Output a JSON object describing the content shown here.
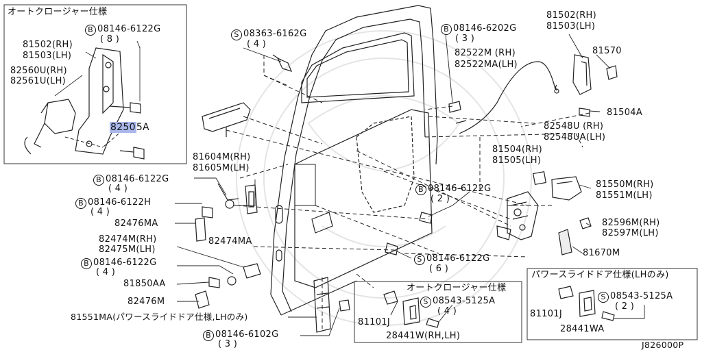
{
  "boxes": {
    "auto_closure_title": "オートクロージャー仕様",
    "auto_closure_2_title": "オートクロージャー仕様",
    "power_slide_title": "パワースライドドア仕様(LHのみ)"
  },
  "bolt_mark": "B",
  "screw_mark": "S",
  "labels": {
    "ac_bolt_code": "08146-6122G",
    "ac_bolt_qty": "( 8 )",
    "ac_81502": "81502(RH)",
    "ac_81503": "81503(LH)",
    "ac_82560u": "82560U(RH)",
    "ac_82561u": "82561U(LH)",
    "ac_82505_hl": "8250",
    "ac_82505_rest": "5A",
    "s_08363": "08363-6162G",
    "s_08363_qty": "( 4 )",
    "b_08146_6202g": "08146-6202G",
    "b_08146_6202g_qty": "( 3 )",
    "p_82522m": "82522M  (RH)",
    "p_82522ma": "82522MA(LH)",
    "p_81502": "81502(RH)",
    "p_81503": "81503(LH)",
    "p_81570": "81570",
    "p_81504a": "81504A",
    "p_82548u": "82548U  (RH)",
    "p_82548ua": "82548UA(LH)",
    "p_81604m": "81604M(RH)",
    "p_81605m": "81605M(LH)",
    "p_81504": "81504(RH)",
    "p_81505": "81505(LH)",
    "b_6122g_a": "08146-6122G",
    "b_6122g_a_qty": "( 4 )",
    "b_6122h": "08146-6122H",
    "b_6122h_qty": "( 4 )",
    "p_82476ma": "82476MA",
    "p_82474ma": "82474MA",
    "p_82474m": "82474M(RH)",
    "p_82475m": "82475M(LH)",
    "b_6122g_b": "08146-6122G",
    "b_6122g_b_qty": "( 4 )",
    "p_81850aa": "81850AA",
    "p_82476m": "82476M",
    "p_81551ma": "81551MA(パワースライドドア仕様,LHのみ)",
    "b_6102g": "08146-6102G",
    "b_6102g_qty": "( 3 )",
    "b_6122g_c": "08146-6122G",
    "b_6122g_c_qty": "( 2 )",
    "p_81550m": "81550M(RH)",
    "p_81551m": "81551M(LH)",
    "p_82596m": "82596M(RH)",
    "p_82597m": "82597M(LH)",
    "s_6122g": "08146-6122G",
    "s_6122g_qty": "( 6 )",
    "p_81670m": "81670M",
    "ac2_s_5125a": "08543-5125A",
    "ac2_s_qty": "( 4 )",
    "ac2_81101j": "81101J",
    "ac2_28441w": "28441W(RH,LH)",
    "ps_s_5125a": "08543-5125A",
    "ps_s_qty": "( 2 )",
    "ps_81101j": "81101J",
    "ps_28441wa": "28441WA",
    "diagram_id": "J826000P"
  }
}
